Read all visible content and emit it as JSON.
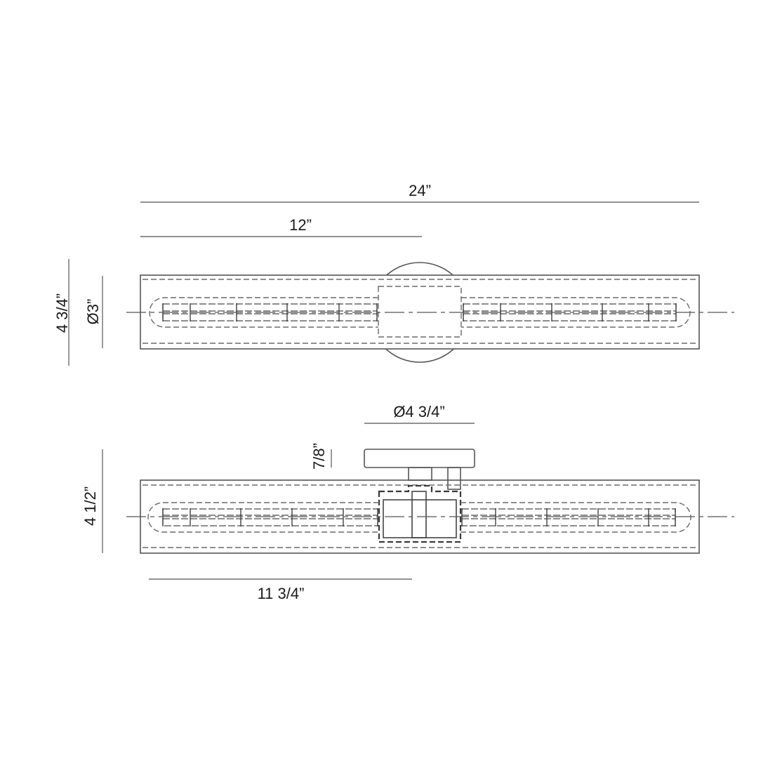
{
  "drawing": {
    "top_view": {
      "overall_width_label": "24”",
      "half_width_label": "12”",
      "height_label": "4 3/4”",
      "canopy_diameter_label": "Ø3”"
    },
    "side_view": {
      "canopy_diameter_label": "Ø4 3/4”",
      "canopy_thickness_label": "7/8”",
      "height_label": "4 1/2”",
      "lamp_section_label": "11 3/4”"
    }
  },
  "colors": {
    "line": "#555555",
    "text": "#1a1a1a",
    "background": "#ffffff"
  }
}
